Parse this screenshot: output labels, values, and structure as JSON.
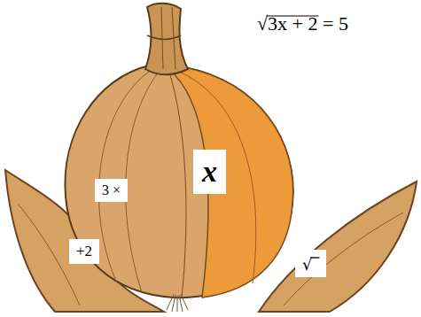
{
  "diagram": {
    "nodes": [
      {
        "text": [
          "x"
        ]
      },
      {
        "text": [
          "3 ×"
        ]
      },
      {
        "text": [
          "+2"
        ]
      },
      {
        "text": [
          "√"
        ]
      }
    ],
    "labels": [
      "√3x + 2 = 5"
    ]
  }
}
